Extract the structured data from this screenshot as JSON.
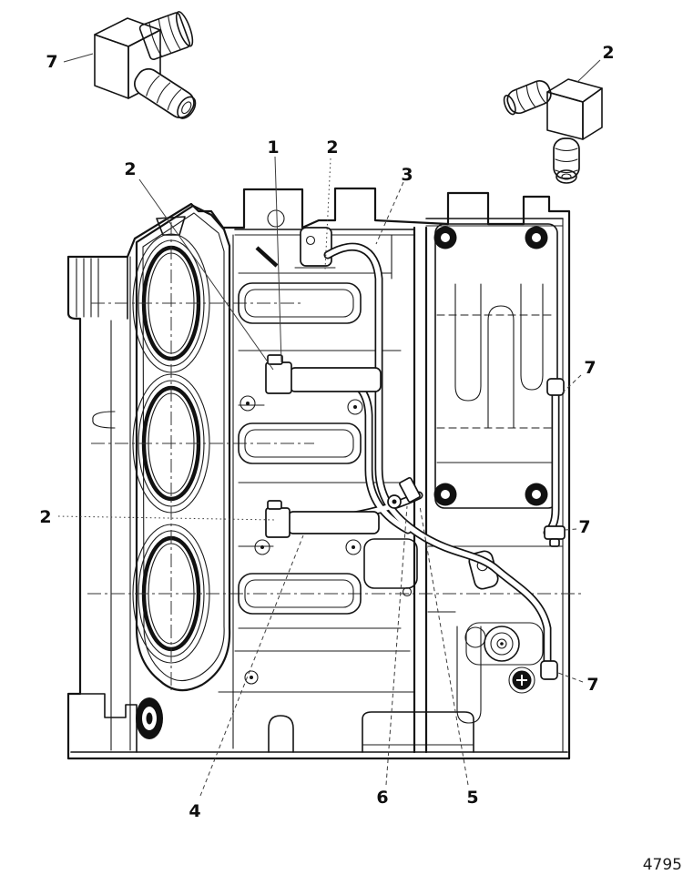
{
  "figure": {
    "part_number": "4795",
    "background_color": "#ffffff",
    "line_color": "#141414",
    "leader_color": "#3d3d3d"
  },
  "callouts": [
    {
      "id": "detail-fitting-top-left",
      "label": "7"
    },
    {
      "id": "detail-fitting-top-right",
      "label": "2"
    },
    {
      "id": "upper-left-fitting",
      "label": "2"
    },
    {
      "id": "check-valve-upper",
      "label": "1"
    },
    {
      "id": "top-elbow-fitting",
      "label": "2"
    },
    {
      "id": "bleed-hose-top",
      "label": "3"
    },
    {
      "id": "mid-left-fitting",
      "label": "2"
    },
    {
      "id": "right-upper-fitting",
      "label": "7"
    },
    {
      "id": "right-middle-fitting",
      "label": "7"
    },
    {
      "id": "right-lower-fitting",
      "label": "7"
    },
    {
      "id": "lower-hose-assembly",
      "label": "4"
    },
    {
      "id": "hose-junction-clamp",
      "label": "6"
    },
    {
      "id": "hose-junction-strap",
      "label": "5"
    }
  ]
}
